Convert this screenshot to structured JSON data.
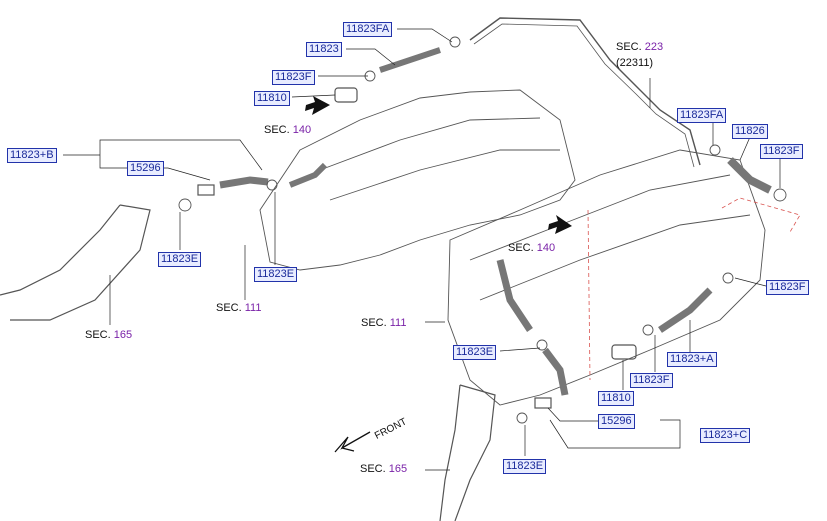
{
  "parts": {
    "p11823FA_a": "11823FA",
    "p11823": "11823",
    "p11823F_a": "11823F",
    "p11810_a": "11810",
    "p11823B": "11823+B",
    "p15296_a": "15296",
    "p11823E_a": "11823E",
    "p11823E_b": "11823E",
    "p11823FA_b": "11823FA",
    "p11826": "11826",
    "p11823F_b": "11823F",
    "p11823F_c": "11823F",
    "p11823E_c": "11823E",
    "p11823A": "11823+A",
    "p11823F_d": "11823F",
    "p11810_b": "11810",
    "p15296_b": "15296",
    "p11823C": "11823+C",
    "p11823E_d": "11823E"
  },
  "sections": {
    "sec_word": "SEC.",
    "s140_a": "140",
    "s223": "223",
    "s223_sub": "(22311)",
    "s111_a": "111",
    "s165_a": "165",
    "s140_b": "140",
    "s111_b": "111",
    "s165_b": "165"
  },
  "front_label": "FRONT",
  "colors": {
    "label_text": "#1a2a9a",
    "label_bg": "#e8ecff",
    "section_number": "#7a22a8",
    "dashed_boundary": "#d9534f"
  }
}
